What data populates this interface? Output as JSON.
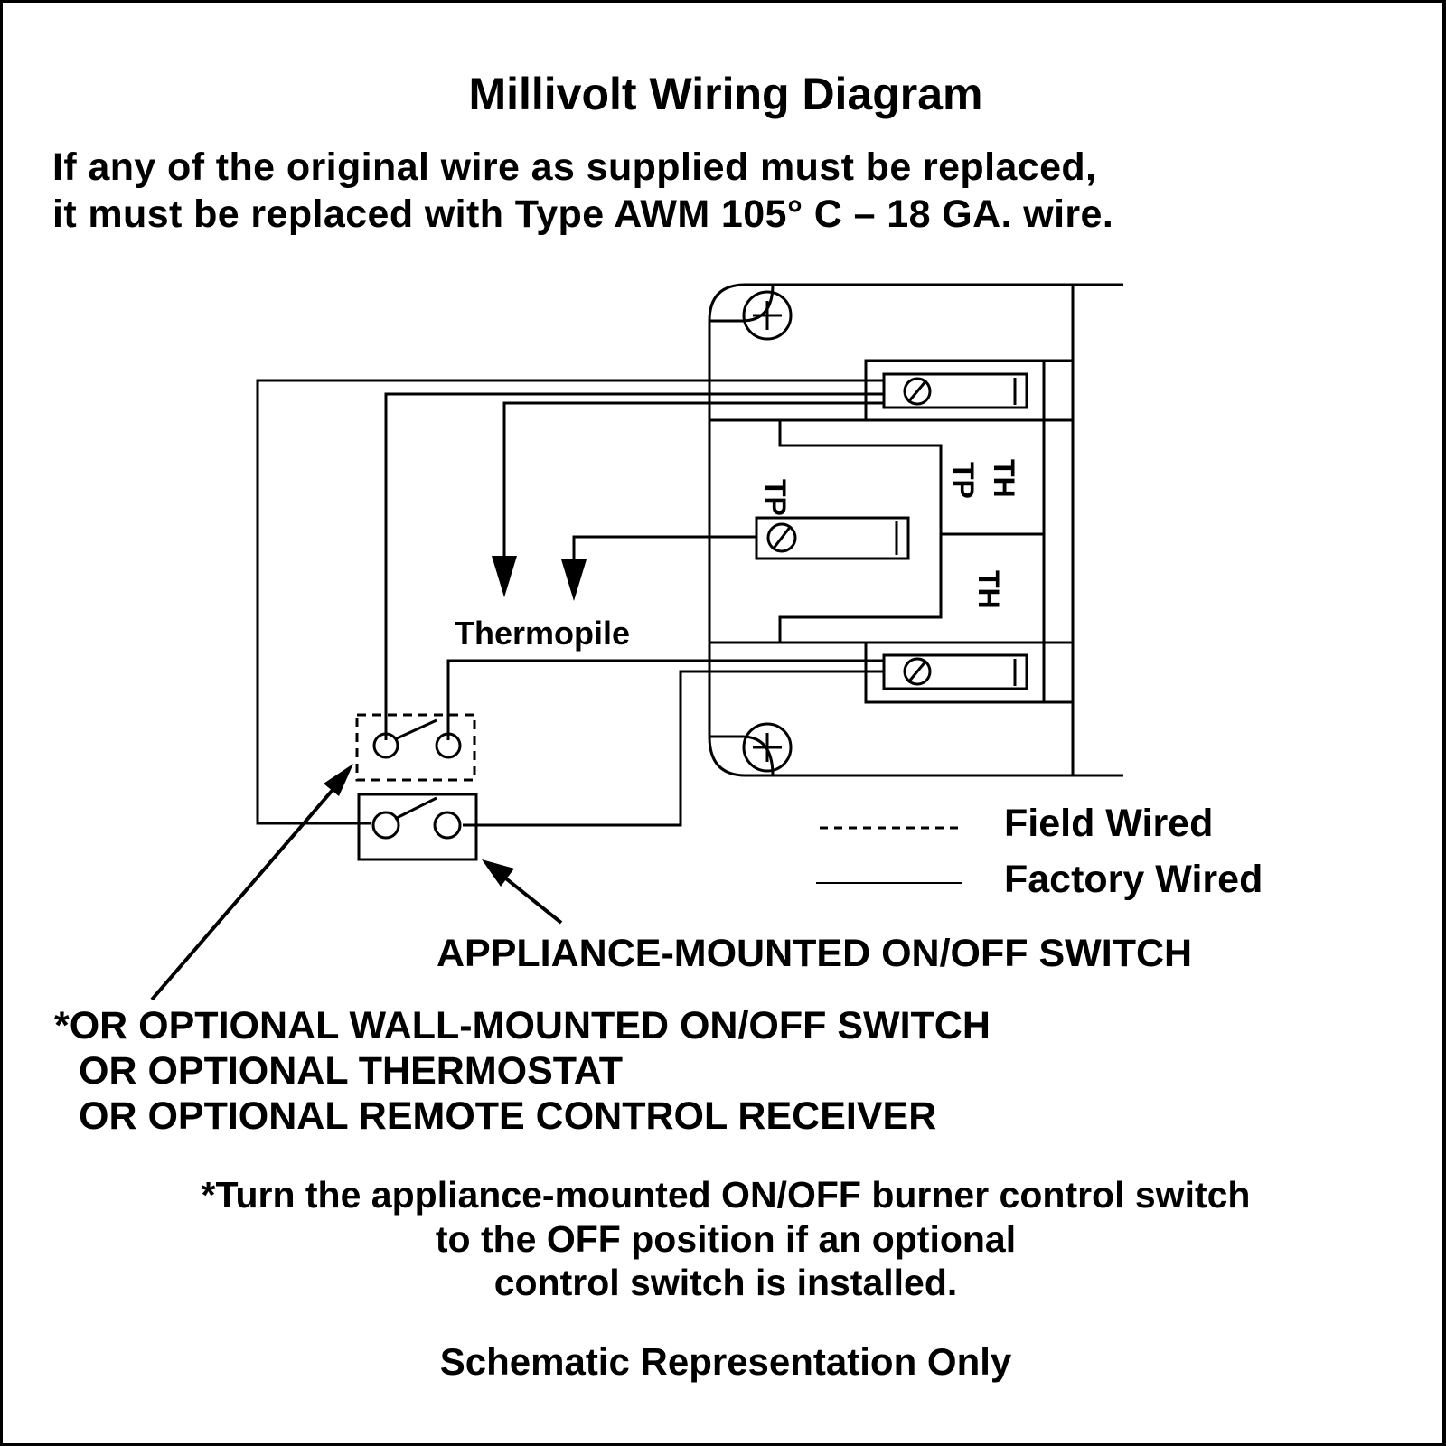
{
  "title": "Millivolt Wiring Diagram",
  "intro": {
    "line1": "If any of the original wire as supplied must be replaced,",
    "line2": "it must be replaced with Type AWM 105° C – 18 GA. wire."
  },
  "terminals": {
    "tp_center": "TP",
    "th_tp_upper_th": "TH",
    "th_tp_upper_tp": "TP",
    "th_lower": "TH"
  },
  "thermopile_label": "Thermopile",
  "legend": {
    "field_wired": "Field Wired",
    "factory_wired": "Factory Wired"
  },
  "appliance_switch_label": "APPLIANCE-MOUNTED ON/OFF SWITCH",
  "optional": {
    "line1": "*OR OPTIONAL WALL-MOUNTED ON/OFF SWITCH",
    "line2": "OR OPTIONAL THERMOSTAT",
    "line3": "OR OPTIONAL REMOTE CONTROL RECEIVER"
  },
  "note": {
    "line1": "*Turn the appliance-mounted ON/OFF burner control switch",
    "line2": "to the OFF position if an optional",
    "line3": "control switch is installed."
  },
  "footer": "Schematic Representation Only",
  "colors": {
    "ink": "#000000",
    "background": "#ffffff"
  },
  "icons": {
    "mount_screw": "plus-screw-icon",
    "terminal_screw": "slotted-screw-icon"
  }
}
